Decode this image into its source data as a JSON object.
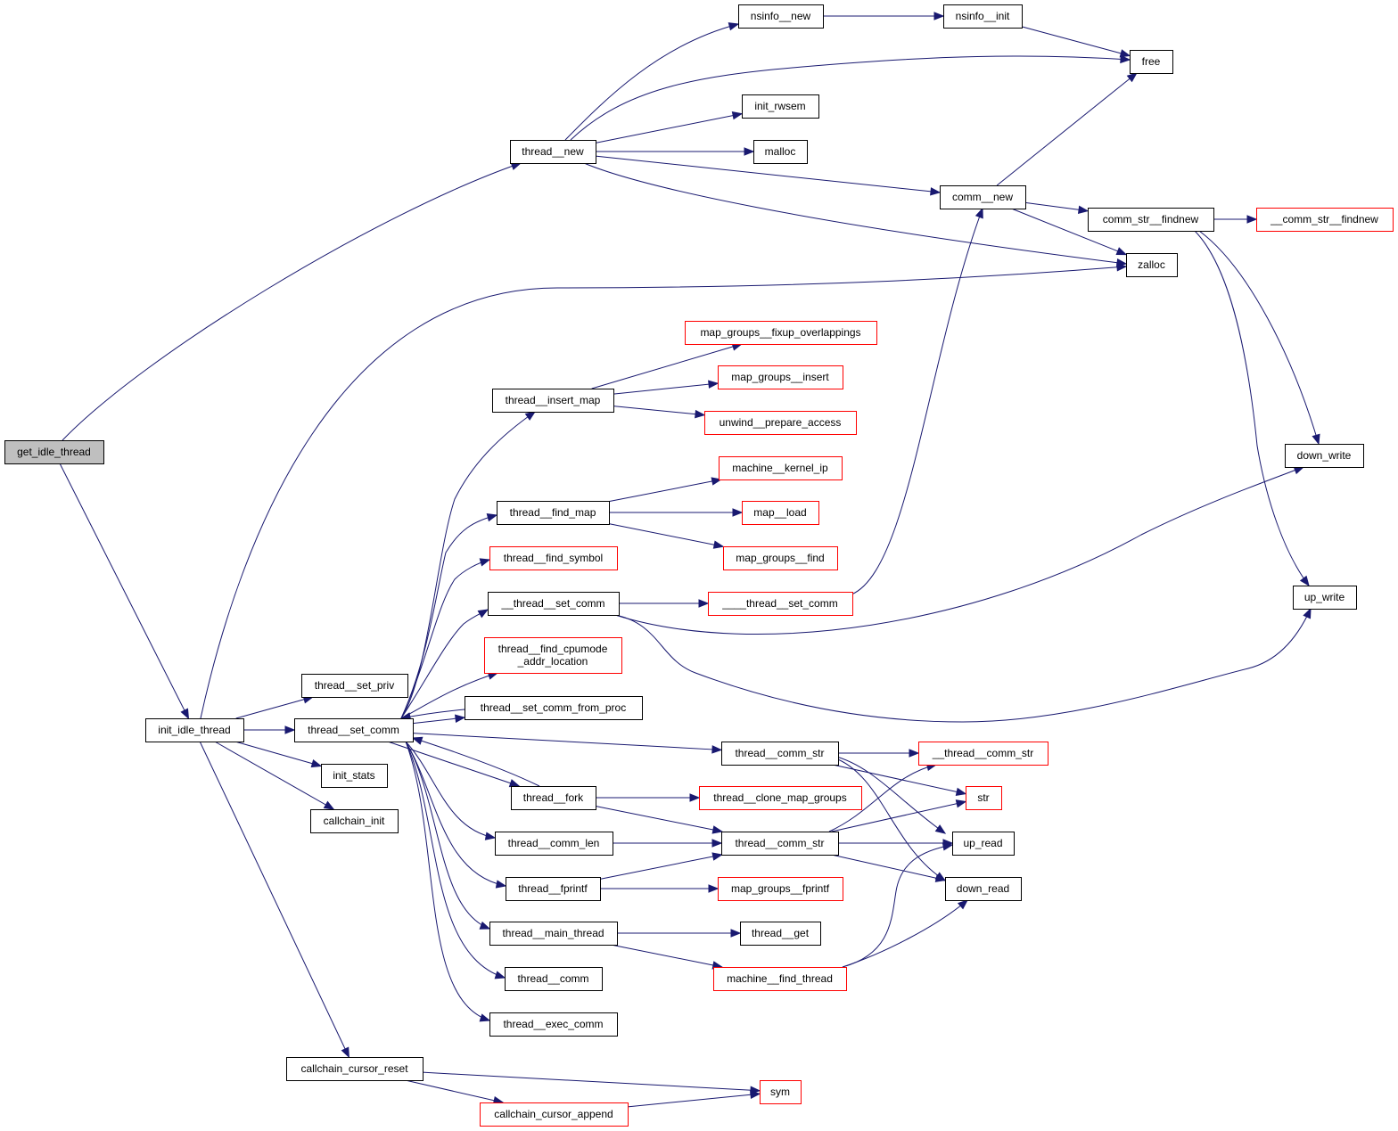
{
  "title": "get_idle_thread call graph",
  "colors": {
    "edge": "#191970",
    "root_fill": "#bfbfbf",
    "node_border": "#000000",
    "undocumented_border": "#ff0000",
    "node_fill": "#ffffff"
  },
  "nodes": [
    {
      "id": "get_idle_thread",
      "label": "get_idle_thread",
      "kind": "root"
    },
    {
      "id": "thread__new",
      "label": "thread__new",
      "kind": "normal"
    },
    {
      "id": "nsinfo__new",
      "label": "nsinfo__new",
      "kind": "normal"
    },
    {
      "id": "nsinfo__init",
      "label": "nsinfo__init",
      "kind": "normal"
    },
    {
      "id": "free",
      "label": "free",
      "kind": "normal"
    },
    {
      "id": "init_rwsem",
      "label": "init_rwsem",
      "kind": "normal"
    },
    {
      "id": "malloc",
      "label": "malloc",
      "kind": "normal"
    },
    {
      "id": "comm__new",
      "label": "comm__new",
      "kind": "normal"
    },
    {
      "id": "comm_str__findnew",
      "label": "comm_str__findnew",
      "kind": "normal"
    },
    {
      "id": "__comm_str__findnew",
      "label": "__comm_str__findnew",
      "kind": "red"
    },
    {
      "id": "zalloc",
      "label": "zalloc",
      "kind": "normal"
    },
    {
      "id": "map_groups__fixup_overlappings",
      "label": "map_groups__fixup_overlappings",
      "kind": "red"
    },
    {
      "id": "thread__insert_map",
      "label": "thread__insert_map",
      "kind": "normal"
    },
    {
      "id": "map_groups__insert",
      "label": "map_groups__insert",
      "kind": "red"
    },
    {
      "id": "unwind__prepare_access",
      "label": "unwind__prepare_access",
      "kind": "red"
    },
    {
      "id": "down_write",
      "label": "down_write",
      "kind": "normal"
    },
    {
      "id": "machine__kernel_ip",
      "label": "machine__kernel_ip",
      "kind": "red"
    },
    {
      "id": "thread__find_map",
      "label": "thread__find_map",
      "kind": "normal"
    },
    {
      "id": "map__load",
      "label": "map__load",
      "kind": "red"
    },
    {
      "id": "thread__find_symbol",
      "label": "thread__find_symbol",
      "kind": "red"
    },
    {
      "id": "map_groups__find",
      "label": "map_groups__find",
      "kind": "red"
    },
    {
      "id": "__thread__set_comm",
      "label": "__thread__set_comm",
      "kind": "normal"
    },
    {
      "id": "____thread__set_comm",
      "label": "____thread__set_comm",
      "kind": "red"
    },
    {
      "id": "up_write",
      "label": "up_write",
      "kind": "normal"
    },
    {
      "id": "thread__find_cpumode_addr_location",
      "label": "thread__find_cpumode\n_addr_location",
      "kind": "red"
    },
    {
      "id": "thread__set_priv",
      "label": "thread__set_priv",
      "kind": "normal"
    },
    {
      "id": "thread__set_comm_from_proc",
      "label": "thread__set_comm_from_proc",
      "kind": "normal"
    },
    {
      "id": "init_idle_thread",
      "label": "init_idle_thread",
      "kind": "normal"
    },
    {
      "id": "thread__set_comm",
      "label": "thread__set_comm",
      "kind": "normal"
    },
    {
      "id": "thread__comm_str_a",
      "label": "thread__comm_str",
      "kind": "normal"
    },
    {
      "id": "__thread__comm_str",
      "label": "__thread__comm_str",
      "kind": "red"
    },
    {
      "id": "init_stats",
      "label": "init_stats",
      "kind": "normal"
    },
    {
      "id": "thread__fork",
      "label": "thread__fork",
      "kind": "normal"
    },
    {
      "id": "thread__clone_map_groups",
      "label": "thread__clone_map_groups",
      "kind": "red"
    },
    {
      "id": "str",
      "label": "str",
      "kind": "red"
    },
    {
      "id": "callchain_init",
      "label": "callchain_init",
      "kind": "normal"
    },
    {
      "id": "thread__comm_len",
      "label": "thread__comm_len",
      "kind": "normal"
    },
    {
      "id": "thread__comm_str_b",
      "label": "thread__comm_str",
      "kind": "normal"
    },
    {
      "id": "up_read",
      "label": "up_read",
      "kind": "normal"
    },
    {
      "id": "thread__fprintf",
      "label": "thread__fprintf",
      "kind": "normal"
    },
    {
      "id": "map_groups__fprintf",
      "label": "map_groups__fprintf",
      "kind": "red"
    },
    {
      "id": "down_read",
      "label": "down_read",
      "kind": "normal"
    },
    {
      "id": "thread__main_thread",
      "label": "thread__main_thread",
      "kind": "normal"
    },
    {
      "id": "thread__get",
      "label": "thread__get",
      "kind": "normal"
    },
    {
      "id": "thread__comm",
      "label": "thread__comm",
      "kind": "normal"
    },
    {
      "id": "machine__find_thread",
      "label": "machine__find_thread",
      "kind": "red"
    },
    {
      "id": "thread__exec_comm",
      "label": "thread__exec_comm",
      "kind": "normal"
    },
    {
      "id": "callchain_cursor_reset",
      "label": "callchain_cursor_reset",
      "kind": "normal"
    },
    {
      "id": "sym",
      "label": "sym",
      "kind": "red"
    },
    {
      "id": "callchain_cursor_append",
      "label": "callchain_cursor_append",
      "kind": "red"
    }
  ],
  "edges": [
    [
      "get_idle_thread",
      "thread__new"
    ],
    [
      "get_idle_thread",
      "init_idle_thread"
    ],
    [
      "thread__new",
      "nsinfo__new"
    ],
    [
      "thread__new",
      "free"
    ],
    [
      "thread__new",
      "init_rwsem"
    ],
    [
      "thread__new",
      "malloc"
    ],
    [
      "thread__new",
      "comm__new"
    ],
    [
      "thread__new",
      "zalloc"
    ],
    [
      "nsinfo__new",
      "nsinfo__init"
    ],
    [
      "nsinfo__init",
      "free"
    ],
    [
      "comm__new",
      "free"
    ],
    [
      "comm__new",
      "comm_str__findnew"
    ],
    [
      "comm__new",
      "zalloc"
    ],
    [
      "comm_str__findnew",
      "__comm_str__findnew"
    ],
    [
      "comm_str__findnew",
      "down_write"
    ],
    [
      "comm_str__findnew",
      "up_write"
    ],
    [
      "init_idle_thread",
      "zalloc"
    ],
    [
      "init_idle_thread",
      "thread__set_priv"
    ],
    [
      "init_idle_thread",
      "thread__set_comm"
    ],
    [
      "init_idle_thread",
      "init_stats"
    ],
    [
      "init_idle_thread",
      "callchain_init"
    ],
    [
      "init_idle_thread",
      "callchain_cursor_reset"
    ],
    [
      "thread__set_comm",
      "thread__insert_map"
    ],
    [
      "thread__set_comm",
      "thread__find_map"
    ],
    [
      "thread__set_comm",
      "thread__find_symbol"
    ],
    [
      "thread__set_comm",
      "__thread__set_comm"
    ],
    [
      "thread__set_comm",
      "thread__find_cpumode_addr_location"
    ],
    [
      "thread__set_comm",
      "thread__set_comm_from_proc"
    ],
    [
      "thread__set_comm",
      "thread__comm_str_a"
    ],
    [
      "thread__set_comm",
      "thread__fork"
    ],
    [
      "thread__set_comm",
      "thread__comm_len"
    ],
    [
      "thread__set_comm",
      "thread__fprintf"
    ],
    [
      "thread__set_comm",
      "thread__main_thread"
    ],
    [
      "thread__set_comm",
      "thread__comm"
    ],
    [
      "thread__set_comm",
      "thread__exec_comm"
    ],
    [
      "thread__set_comm_from_proc",
      "thread__set_comm"
    ],
    [
      "thread__fork",
      "thread__set_comm"
    ],
    [
      "thread__insert_map",
      "map_groups__fixup_overlappings"
    ],
    [
      "thread__insert_map",
      "map_groups__insert"
    ],
    [
      "thread__insert_map",
      "unwind__prepare_access"
    ],
    [
      "thread__find_map",
      "machine__kernel_ip"
    ],
    [
      "thread__find_map",
      "map__load"
    ],
    [
      "thread__find_map",
      "map_groups__find"
    ],
    [
      "__thread__set_comm",
      "____thread__set_comm"
    ],
    [
      "__thread__set_comm",
      "down_write"
    ],
    [
      "__thread__set_comm",
      "up_write"
    ],
    [
      "____thread__set_comm",
      "comm__new"
    ],
    [
      "thread__comm_str_a",
      "__thread__comm_str"
    ],
    [
      "thread__comm_str_a",
      "str"
    ],
    [
      "thread__comm_str_a",
      "up_read"
    ],
    [
      "thread__comm_str_a",
      "down_read"
    ],
    [
      "thread__fork",
      "thread__clone_map_groups"
    ],
    [
      "thread__fork",
      "thread__comm_str_b"
    ],
    [
      "thread__comm_len",
      "thread__comm_str_b"
    ],
    [
      "thread__fprintf",
      "thread__comm_str_b"
    ],
    [
      "thread__fprintf",
      "map_groups__fprintf"
    ],
    [
      "thread__comm_str_b",
      "__thread__comm_str"
    ],
    [
      "thread__comm_str_b",
      "str"
    ],
    [
      "thread__comm_str_b",
      "up_read"
    ],
    [
      "thread__comm_str_b",
      "down_read"
    ],
    [
      "thread__main_thread",
      "thread__get"
    ],
    [
      "thread__main_thread",
      "machine__find_thread"
    ],
    [
      "machine__find_thread",
      "up_read"
    ],
    [
      "machine__find_thread",
      "down_read"
    ],
    [
      "callchain_cursor_reset",
      "sym"
    ],
    [
      "callchain_cursor_reset",
      "callchain_cursor_append"
    ],
    [
      "callchain_cursor_append",
      "sym"
    ]
  ]
}
